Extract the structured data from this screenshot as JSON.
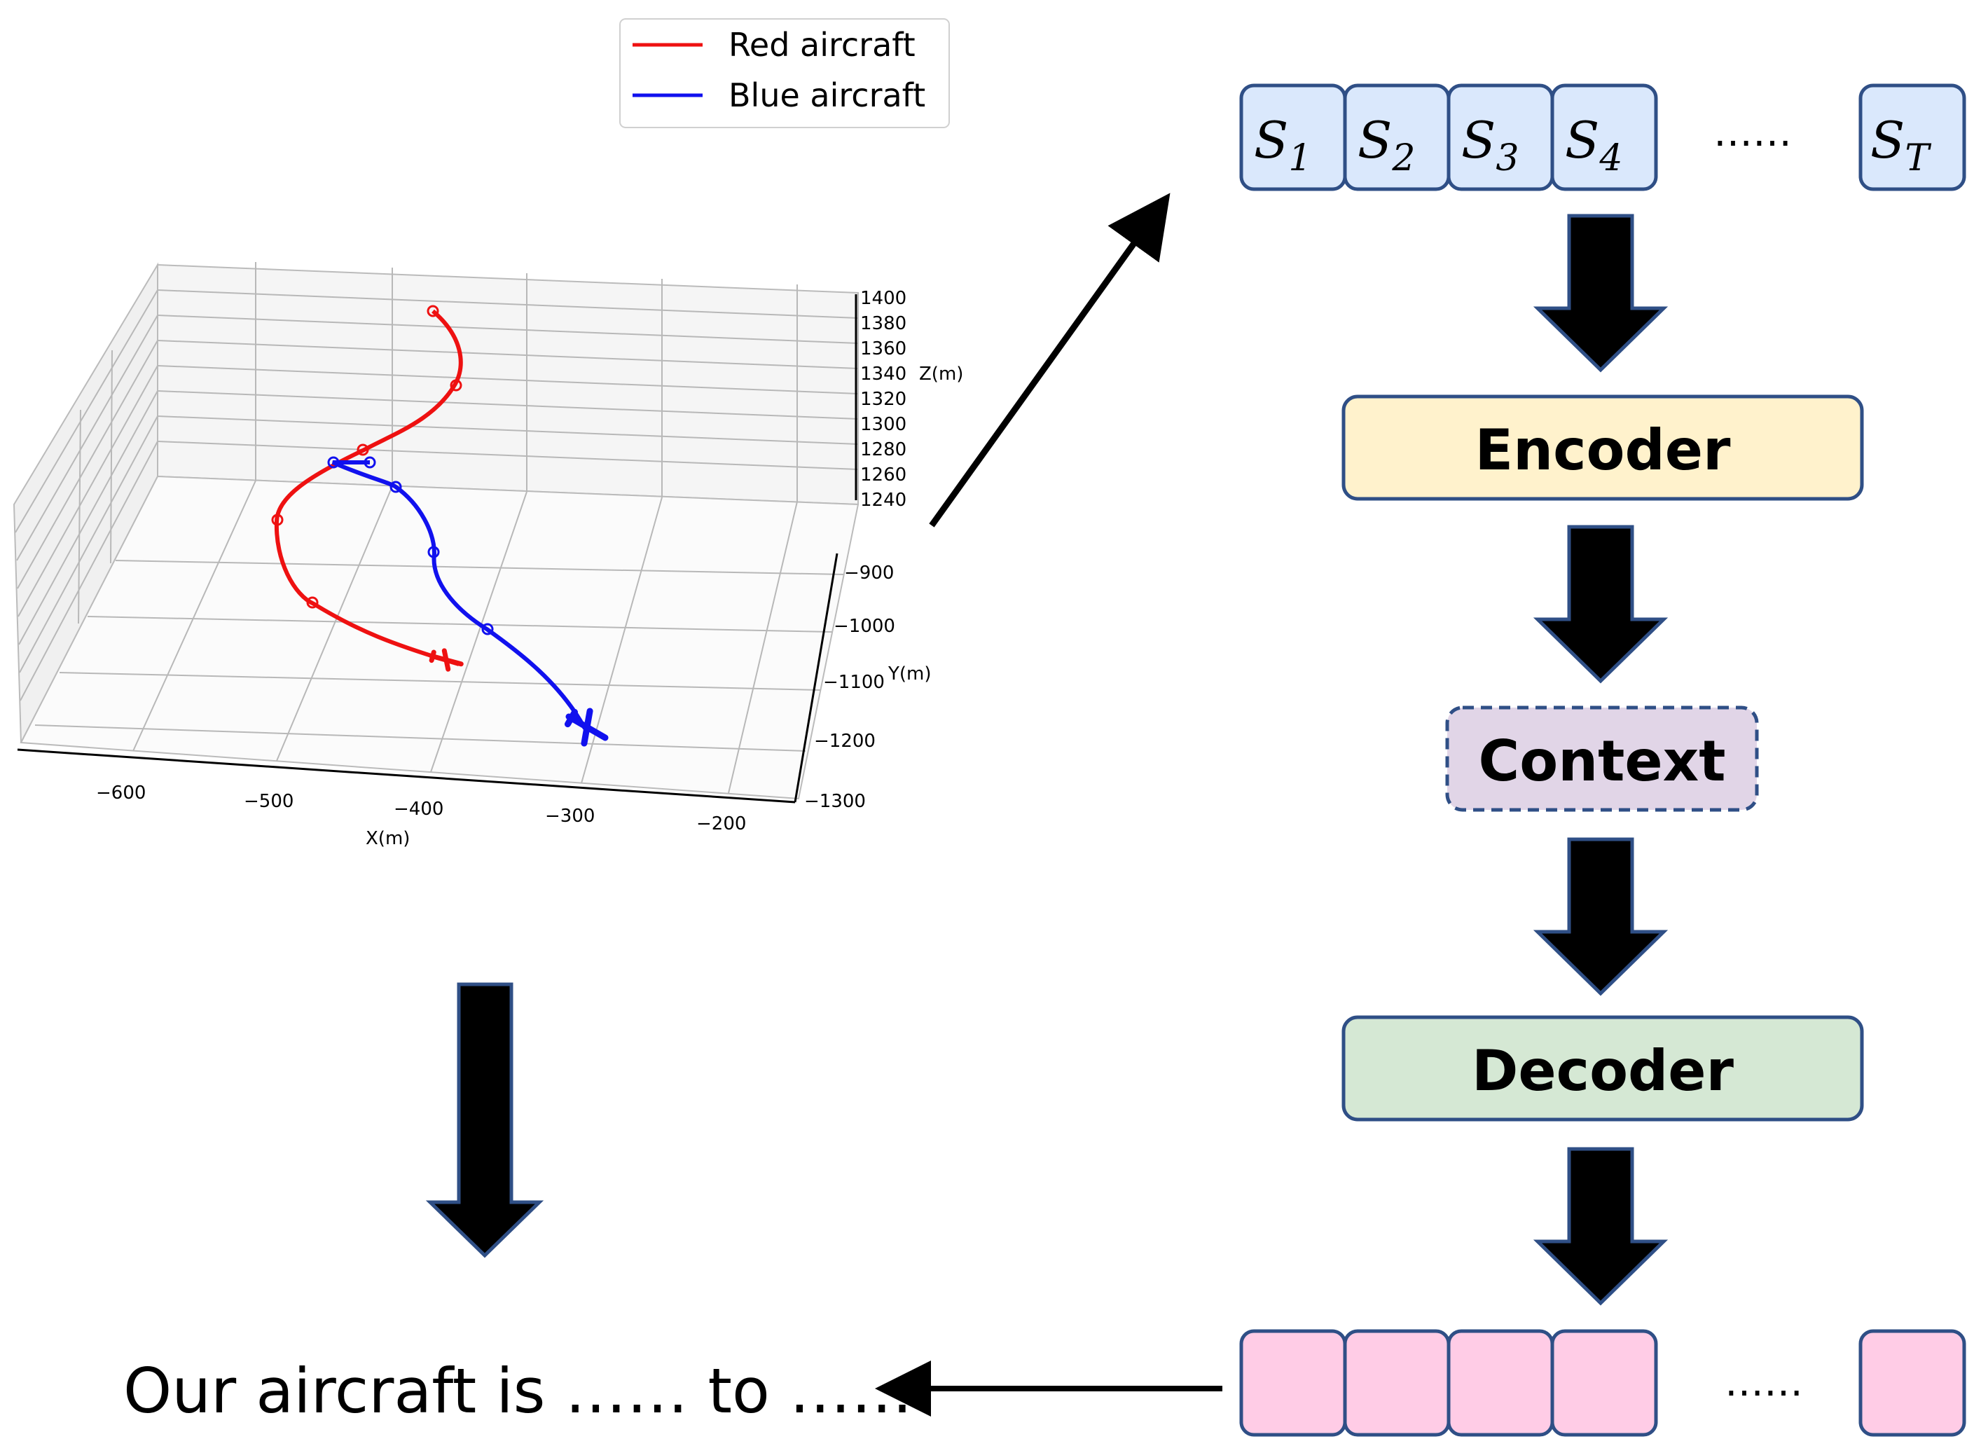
{
  "legend": {
    "entries": [
      {
        "label": "Red aircraft",
        "color": "#ee1111"
      },
      {
        "label": "Blue aircraft",
        "color": "#1111ee"
      }
    ]
  },
  "plot3d": {
    "x_axis": {
      "label": "X(m)",
      "ticks": [
        "−600",
        "−500",
        "−400",
        "−300",
        "−200"
      ]
    },
    "y_axis": {
      "label": "Y(m)",
      "ticks": [
        "−900",
        "−1000",
        "−1100",
        "−1200",
        "−1300"
      ]
    },
    "z_axis": {
      "label": "Z(m)",
      "ticks": [
        "1400",
        "1380",
        "1360",
        "1340",
        "1320",
        "1300",
        "1280",
        "1260",
        "1240"
      ]
    },
    "grid": true,
    "series": [
      {
        "name": "Red aircraft",
        "color": "#ee1111",
        "icon": "airplane-icon"
      },
      {
        "name": "Blue aircraft",
        "color": "#1111ee",
        "icon": "airplane-icon"
      }
    ]
  },
  "sequence": {
    "items": [
      {
        "symbol": "S",
        "sub": "1"
      },
      {
        "symbol": "S",
        "sub": "2"
      },
      {
        "symbol": "S",
        "sub": "3"
      },
      {
        "symbol": "S",
        "sub": "4"
      },
      {
        "symbol": "S",
        "sub": "T"
      }
    ],
    "ellipsis": "……",
    "fill": "#dae8fc",
    "stroke": "#2f4f86"
  },
  "blocks": {
    "encoder": {
      "label": "Encoder",
      "fill": "#fff2cc"
    },
    "context": {
      "label": "Context",
      "fill": "#e1d5e7"
    },
    "decoder": {
      "label": "Decoder",
      "fill": "#d5e8d4"
    }
  },
  "output_sequence": {
    "ellipsis": "……",
    "fill": "#ffcce6"
  },
  "output_text": "Our aircraft is …… to ……",
  "icons": [
    "arrow-down-icon",
    "arrow-left-icon",
    "arrow-up-right-icon",
    "airplane-icon"
  ]
}
